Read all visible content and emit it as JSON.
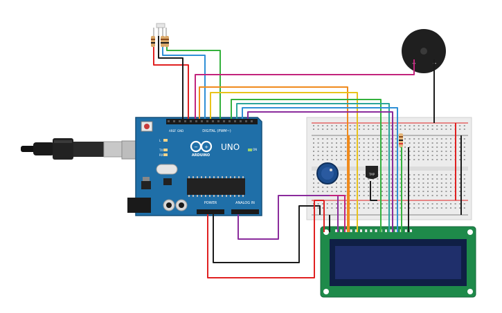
{
  "arduino": {
    "brand": "ARDUINO",
    "model": "UNO",
    "header_digital": "DIGITAL (PWM~)",
    "header_analog": "ANALOG IN",
    "header_power": "POWER",
    "label_on": "ON",
    "label_l": "L",
    "label_tx": "TX",
    "label_rx": "RX",
    "label_aref": "AREF",
    "label_gnd": "GND"
  },
  "sensor": {
    "label": "TMP"
  },
  "buzzer": {
    "plus": "+",
    "minus": "−"
  },
  "colors": {
    "board": "#1f6fa8",
    "board_dark": "#16507a",
    "breadboard": "#ececec",
    "lcd_pcb": "#1e8a4a",
    "lcd_screen": "#1f2f6b",
    "wire_red": "#e02020",
    "wire_black": "#1a1a1a",
    "wire_purple": "#8a2b9c",
    "wire_magenta": "#c2237c",
    "wire_orange": "#f08a1c",
    "wire_yellow": "#e8c31a",
    "wire_green": "#33b13c",
    "wire_blue": "#2e8fd6",
    "wire_teal": "#2aa59a"
  },
  "icons": [
    "usb-cable-icon",
    "infinity-logo-icon",
    "potentiometer-icon",
    "temperature-sensor-icon",
    "piezo-buzzer-icon",
    "rgb-led-icon",
    "lcd-display-icon"
  ]
}
